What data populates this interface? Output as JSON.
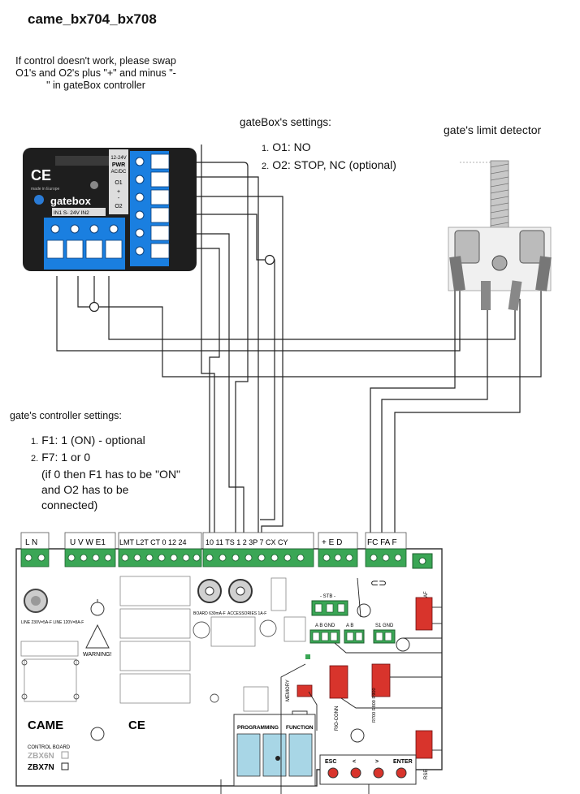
{
  "title": "came_bx704_bx708",
  "swap_note": "If control doesn't work, please swap O1's and O2's plus \"+\" and minus \"-\" in gateBox controller",
  "gatebox_settings": {
    "heading": "gateBox's settings:",
    "items": [
      {
        "num": "1.",
        "text": "O1: NO"
      },
      {
        "num": "2.",
        "text": "O2: STOP, NC (optional)"
      }
    ]
  },
  "limit_detector": {
    "label": "gate's limit detector"
  },
  "controller_settings": {
    "heading": "gate's controller settings:",
    "items": [
      {
        "num": "1.",
        "text": "F1: 1 (ON) - optional"
      },
      {
        "num": "2.",
        "text": "F7: 1 or 0"
      }
    ],
    "note_lines": [
      "(if 0 then F1 has to be \"ON\"",
      "and O2 has to be",
      "connected)"
    ]
  },
  "gatebox_device": {
    "brand": "gatebox",
    "ce": "CE",
    "made_in": "made in Europe",
    "pwr_lines": [
      "12-24V",
      "PWR",
      "AC/DC",
      "O1",
      "+",
      "-",
      "O2"
    ],
    "inputs_label": "IN1  S- 24V  IN2"
  },
  "controller_board": {
    "terminal_groups": [
      {
        "label": "L  N"
      },
      {
        "label": "U  V  W  E1"
      },
      {
        "label": "LMT L2T CT     0  12  24"
      },
      {
        "label": "10  11  TS  1  2  3P  7  CX  CY"
      },
      {
        "label": "+   E   D"
      },
      {
        "label": "FC  FA  F"
      }
    ],
    "brand": "CAME",
    "ce": "CE",
    "warning": "WARNING!",
    "line_fuse": "LINE 230V=5A-F  LINE 120V=8A-F",
    "board_fuse": "BOARD 630mA-F",
    "accessories_fuse": "ACCESSORIES 1A-F",
    "stb": "- STB -",
    "abgnd": "A  B  GND",
    "ab": "A  B",
    "s1gnd": "S1 GND",
    "af": "AF",
    "rio_conn": "RIO-CONN",
    "r700": "R700 R800 R900",
    "rse": "RSE",
    "memory": "MEMORY",
    "programming": "PROGRAMMING",
    "function": "FUNCTION",
    "control_board": "CONTROL BOARD",
    "model_a": "ZBX6N",
    "model_b": "ZBX7N",
    "buttons": [
      "ESC",
      "<",
      ">",
      "ENTER"
    ]
  }
}
